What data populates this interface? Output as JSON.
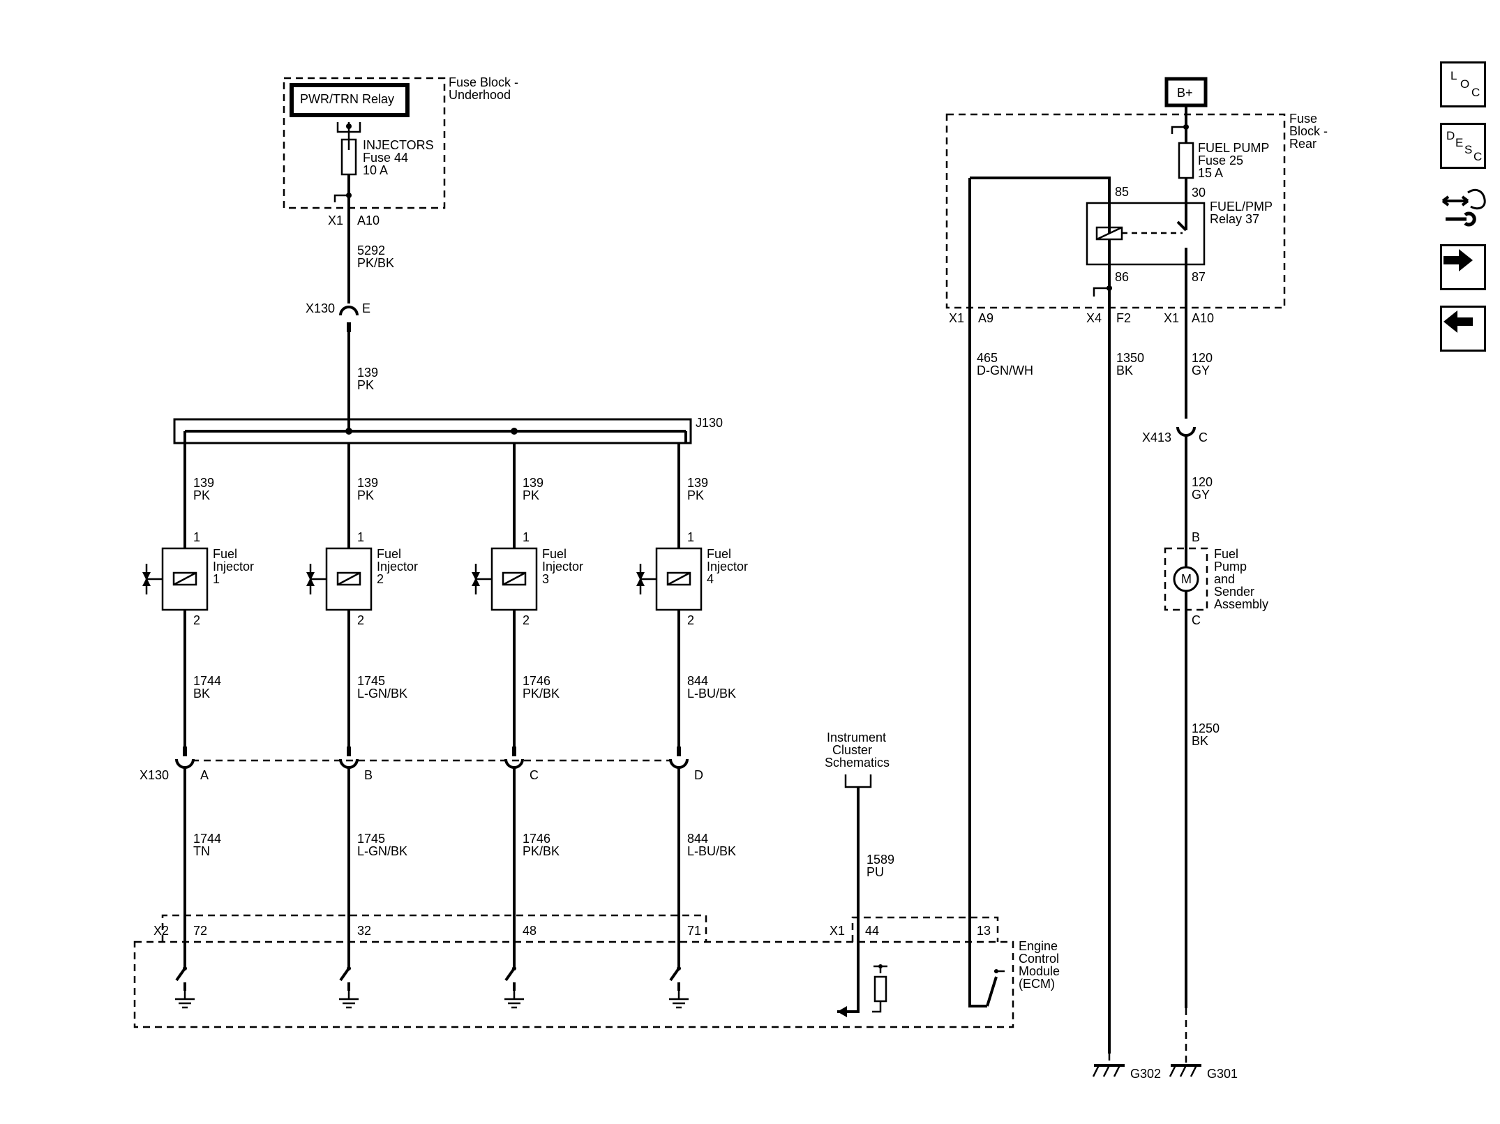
{
  "fuse_block_underhood": {
    "label_line1": "Fuse Block -",
    "label_line2": "Underhood",
    "relay_label": "PWR/TRN Relay",
    "fuse_name": "INJECTORS",
    "fuse_number": "Fuse 44",
    "fuse_rating": "10 A",
    "connector": "X1",
    "pin": "A10"
  },
  "wire_5292": {
    "circuit": "5292",
    "color": "PK/BK"
  },
  "x130_top": {
    "connector": "X130",
    "pin": "E"
  },
  "wire_139": {
    "circuit": "139",
    "color": "PK"
  },
  "splice": {
    "label": "J130"
  },
  "injectors": [
    {
      "name_line1": "Fuel",
      "name_line2": "Injector",
      "number": "1",
      "pin_top": "1",
      "pin_bottom": "2",
      "feed_circuit": "139",
      "feed_color": "PK",
      "out_circuit": "1744",
      "out_color": "BK",
      "x130_pin": "A",
      "ecm_circuit": "1744",
      "ecm_color": "TN",
      "ecm_pin": "72"
    },
    {
      "name_line1": "Fuel",
      "name_line2": "Injector",
      "number": "2",
      "pin_top": "1",
      "pin_bottom": "2",
      "feed_circuit": "139",
      "feed_color": "PK",
      "out_circuit": "1745",
      "out_color": "L-GN/BK",
      "x130_pin": "B",
      "ecm_circuit": "1745",
      "ecm_color": "L-GN/BK",
      "ecm_pin": "32"
    },
    {
      "name_line1": "Fuel",
      "name_line2": "Injector",
      "number": "3",
      "pin_top": "1",
      "pin_bottom": "2",
      "feed_circuit": "139",
      "feed_color": "PK",
      "out_circuit": "1746",
      "out_color": "PK/BK",
      "x130_pin": "C",
      "ecm_circuit": "1746",
      "ecm_color": "PK/BK",
      "ecm_pin": "48"
    },
    {
      "name_line1": "Fuel",
      "name_line2": "Injector",
      "number": "4",
      "pin_top": "1",
      "pin_bottom": "2",
      "feed_circuit": "139",
      "feed_color": "PK",
      "out_circuit": "844",
      "out_color": "L-BU/BK",
      "x130_pin": "D",
      "ecm_circuit": "844",
      "ecm_color": "L-BU/BK",
      "ecm_pin": "71"
    }
  ],
  "x130_bottom": {
    "connector": "X130"
  },
  "ecm": {
    "line1": "Engine",
    "line2": "Control",
    "line3": "Module",
    "line4": "(ECM)",
    "x2": "X2",
    "x1": "X1",
    "pin_44": "44",
    "pin_13": "13"
  },
  "instrument_cluster": {
    "line1": "Instrument",
    "line2": "Cluster",
    "line3": "Schematics",
    "circuit": "1589",
    "color": "PU"
  },
  "battery": {
    "label": "B+"
  },
  "fuse_block_rear": {
    "label_line1": "Fuse",
    "label_line2": "Block -",
    "label_line3": "Rear",
    "fuse_name": "FUEL PUMP",
    "fuse_number": "Fuse 25",
    "fuse_rating": "15 A",
    "relay_name": "FUEL/PMP",
    "relay_number": "Relay 37",
    "pin_85": "85",
    "pin_30": "30",
    "pin_86": "86",
    "pin_87": "87",
    "x1_a": "X1",
    "pin_a9": "A9",
    "x4": "X4",
    "pin_f2": "F2",
    "x1_b": "X1",
    "pin_a10": "A10"
  },
  "wire_465": {
    "circuit": "465",
    "color": "D-GN/WH"
  },
  "wire_1350": {
    "circuit": "1350",
    "color": "BK"
  },
  "wire_120a": {
    "circuit": "120",
    "color": "GY"
  },
  "x413": {
    "connector": "X413",
    "pin": "C"
  },
  "wire_120b": {
    "circuit": "120",
    "color": "GY"
  },
  "fuel_pump": {
    "pin_top": "B",
    "pin_bottom": "C",
    "motor": "M",
    "line1": "Fuel",
    "line2": "Pump",
    "line3": "and",
    "line4": "Sender",
    "line5": "Assembly"
  },
  "wire_1250": {
    "circuit": "1250",
    "color": "BK"
  },
  "grounds": {
    "g302": "G302",
    "g301": "G301"
  },
  "nav": {
    "loc": [
      "L",
      "O",
      "C"
    ],
    "desc": [
      "D",
      "E",
      "S",
      "C"
    ],
    "icons": [
      "loc-icon",
      "desc-icon",
      "connector-wrench-icon",
      "arrow-right-icon",
      "arrow-left-icon"
    ]
  }
}
